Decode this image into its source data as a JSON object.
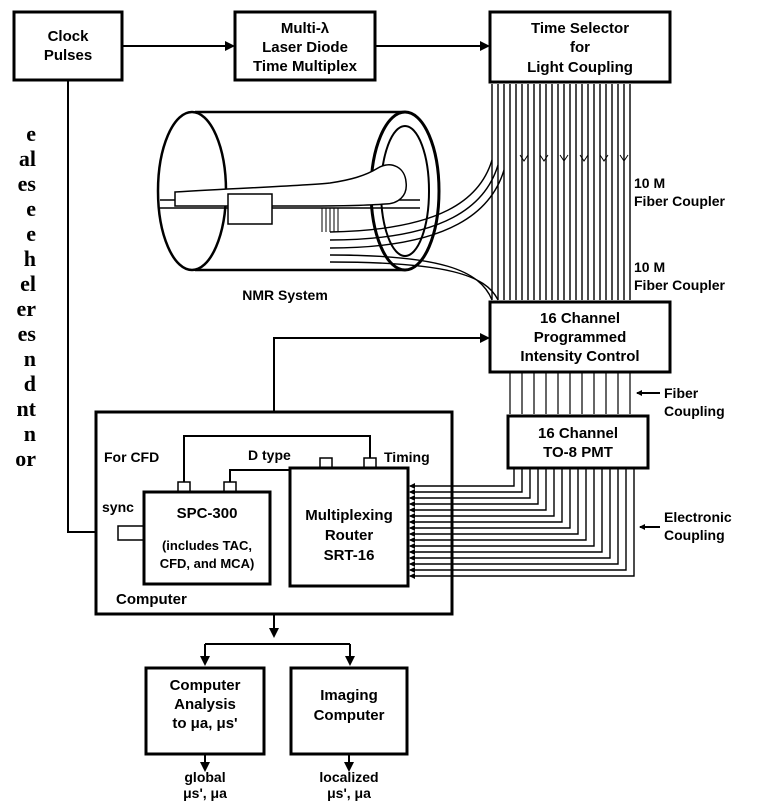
{
  "boxes": {
    "clock": [
      "Clock",
      "Pulses"
    ],
    "laser": [
      "Multi-λ",
      "Laser Diode",
      "Time Multiplex"
    ],
    "time_selector": [
      "Time Selector",
      "for",
      "Light Coupling"
    ],
    "intensity": [
      "16 Channel",
      "Programmed",
      "Intensity Control"
    ],
    "pmt": [
      "16 Channel",
      "TO-8 PMT"
    ],
    "spc": [
      "SPC-300",
      "(includes TAC,",
      "CFD, and MCA)"
    ],
    "router": [
      "Multiplexing",
      "Router",
      "SRT-16"
    ],
    "analysis": [
      "Computer",
      "Analysis",
      "to μa, μs'"
    ],
    "imaging": [
      "Imaging",
      "Computer"
    ]
  },
  "labels": {
    "computer": "Computer",
    "for_cfd": "For CFD",
    "d_type": "D type",
    "timing": "Timing",
    "sync": "sync",
    "nmr": "NMR System",
    "fiber1": [
      "10 M",
      "Fiber Coupler"
    ],
    "fiber2": [
      "10 M",
      "Fiber Coupler"
    ],
    "fiber_coupling": [
      "Fiber",
      "Coupling"
    ],
    "electronic": [
      "Electronic",
      "Coupling"
    ],
    "out_global": [
      "global",
      "μs', μa"
    ],
    "out_local": [
      "localized",
      "μs', μa"
    ]
  },
  "side_text": [
    "e",
    "al",
    "es",
    "e",
    "e",
    "h",
    "el",
    "er",
    "es",
    "n",
    "d",
    "nt",
    "n",
    "or"
  ]
}
